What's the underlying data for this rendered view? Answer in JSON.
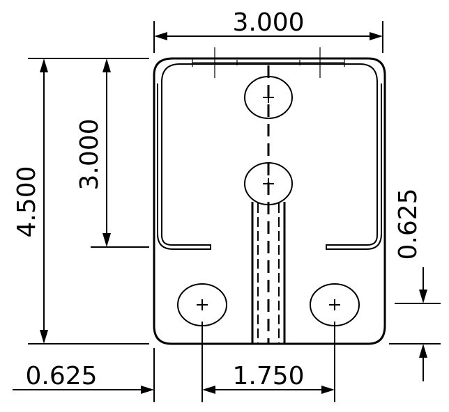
{
  "dimensions": {
    "top_width": "3.000",
    "left_height": "4.500",
    "inner_height": "3.000",
    "right_offset": "0.625",
    "bottom_left_offset": "0.625",
    "bottom_hole_spacing": "1.750"
  }
}
